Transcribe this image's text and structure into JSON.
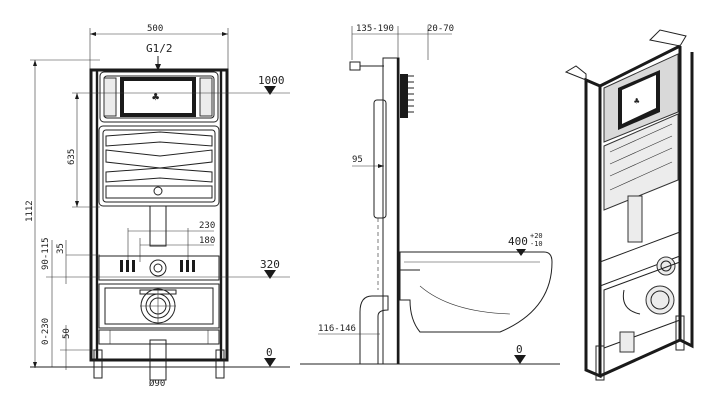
{
  "front_view": {
    "width_label": "500",
    "inlet_label": "G1/2",
    "height_label": "1112",
    "flush_height_label": "1000",
    "panel_height_label": "635",
    "pipe_spacing_wide_label": "230",
    "pipe_spacing_narrow_label": "180",
    "offset_label": "35",
    "range_upper_label": "90-115",
    "connector_height_label": "320",
    "range_lower_label": "0-230",
    "foot_label": "50",
    "floor_label": "0",
    "drain_label": "Ø90"
  },
  "side_view": {
    "depth_range_label": "135-190",
    "wall_range_label": "20-70",
    "pipe_depth_label": "95",
    "bowl_height_label": "400",
    "bowl_tolerance_upper": "+20",
    "bowl_tolerance_lower": "-10",
    "outlet_range_label": "116-146",
    "floor_label": "0"
  },
  "colors": {
    "line": "#222222",
    "fill_dark": "#1a1a1a",
    "fill_light": "#d9d9d9"
  }
}
